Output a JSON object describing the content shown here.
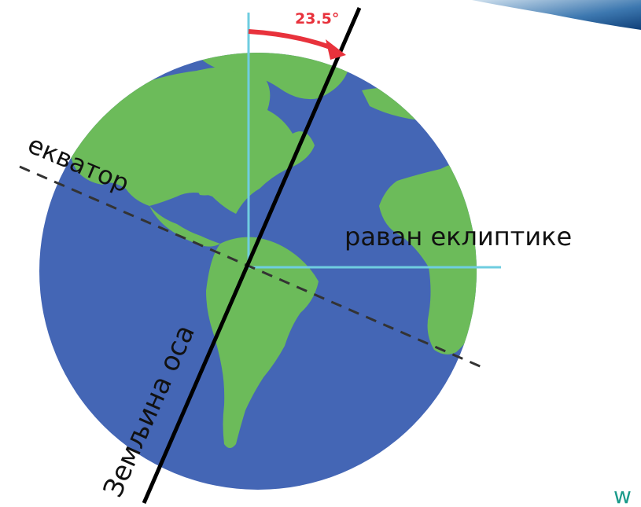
{
  "labels": {
    "angle": "23.5°",
    "ecliptic_plane": "раван еклиптике",
    "equator": "екватор",
    "earth_axis": "Земљина оса",
    "watermark": "w"
  },
  "colors": {
    "ocean": "#4466b5",
    "land": "#6cbb5a",
    "axis": "#000000",
    "reference_lines": "#6fcde0",
    "angle_arrow": "#e8323c",
    "equator_line": "#333333",
    "watermark": "#1a9a8a"
  }
}
